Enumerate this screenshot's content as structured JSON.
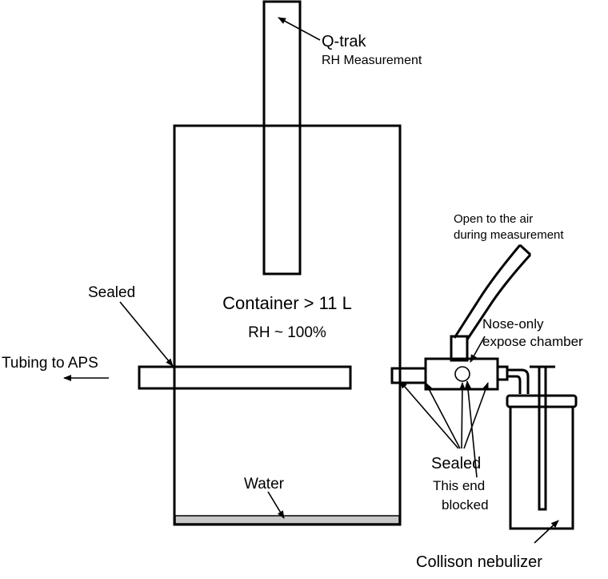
{
  "colors": {
    "stroke": "#000000",
    "background": "#ffffff",
    "water": "#c8c8c8"
  },
  "labels": {
    "qtrak": "Q-trak",
    "qtrak_sub": "RH Measurement",
    "container": "Container > 11 L",
    "rh": "RH ~ 100%",
    "sealed_left": "Sealed",
    "tubing": "Tubing to APS",
    "water": "Water",
    "open_air_line1": "Open to the air",
    "open_air_line2": "during measurement",
    "nose_line1": "Nose-only",
    "nose_line2": "expose chamber",
    "sealed_right": "Sealed",
    "end_line1": "This end",
    "end_line2": "blocked",
    "collison": "Collison nebulizer"
  }
}
